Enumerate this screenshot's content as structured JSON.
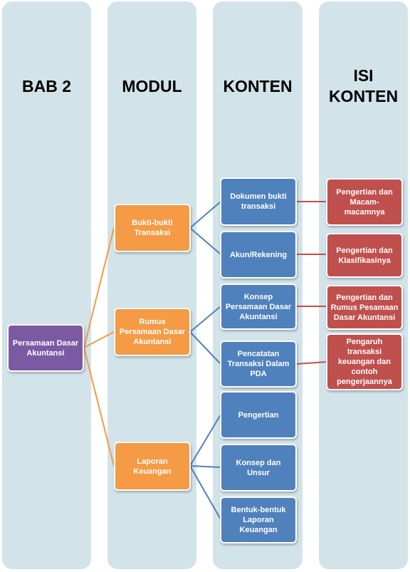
{
  "columns": {
    "bab": "BAB 2",
    "modul": "MODUL",
    "konten": "KONTEN",
    "isi": "ISI\nKONTEN"
  },
  "colors": {
    "column_bg": "#d3e3ea",
    "bab_node": "#7c5aa3",
    "modul_node": "#f59a45",
    "konten_node": "#4f81bd",
    "isi_node": "#c0504d",
    "modul_connector": "#f59a45",
    "konten_connector": "#4f81bd",
    "isi_connector": "#c0504d"
  },
  "diagram": {
    "root": "Persamaan Dasar Akuntansi",
    "modul": [
      "Bukti-bukti Transaksi",
      "Rumus Persamaan Dasar Akuntansi",
      "Laporan Keuangan"
    ],
    "konten": [
      "Dokumen bukti transaksi",
      "Akun/Rekening",
      "Konsep Persamaan Dasar Akuntansi",
      "Pencatatan Transaksi Dalam PDA",
      "Pengertian",
      "Konsep dan Unsur",
      "Bentuk-bentuk Laporan Keuangan"
    ],
    "isi": [
      "Pengertian dan Macam-macamnya",
      "Pengertian dan Klasifikasinya",
      "Pengertian dan Rumus Pesamaan Dasar Akuntansi",
      "Pengaruh transaksi keuangan dan contoh pengerjaannya"
    ]
  }
}
